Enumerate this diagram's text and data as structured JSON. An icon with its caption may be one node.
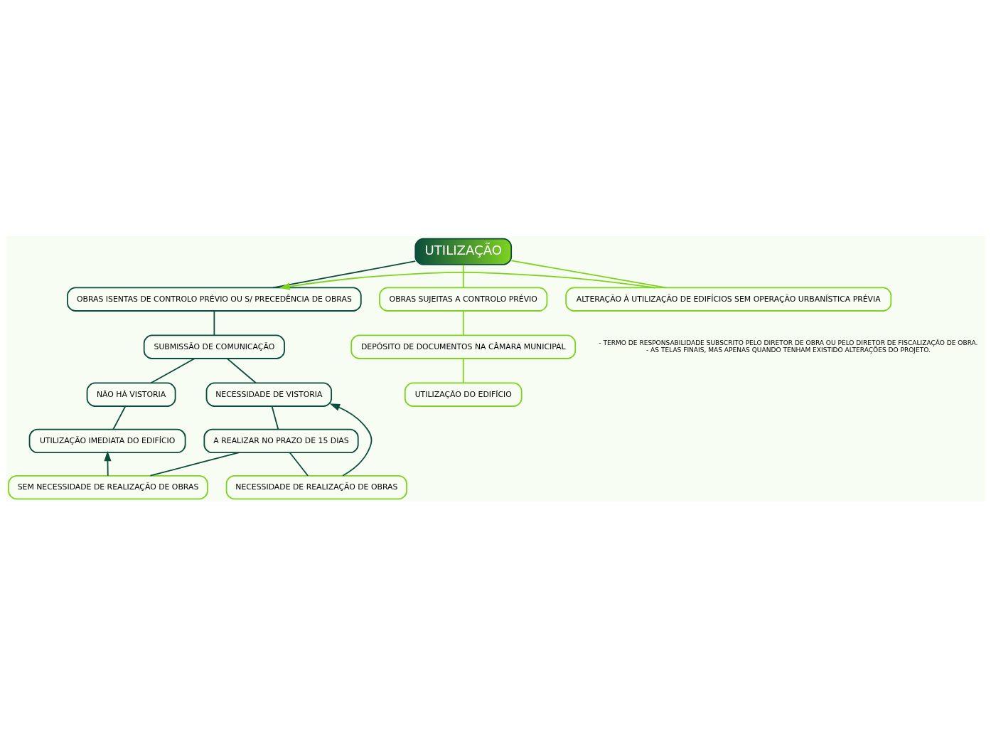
{
  "diagram": {
    "nodes": [
      {
        "text": [
          "UTILIZAÇÃO"
        ]
      },
      {
        "text": [
          "OBRAS ISENTAS DE CONTROLO PRÉVIO OU S/ PRECEDÊNCIA DE OBRAS"
        ]
      },
      {
        "text": [
          "SUBMISSÃO DE COMUNICAÇÃO"
        ]
      },
      {
        "text": [
          "NÃO HÁ VISTORIA"
        ]
      },
      {
        "text": [
          "NECESSIDADE DE VISTORIA"
        ]
      },
      {
        "text": [
          "UTILIZAÇÃO IMEDIATA DO EDIFÍCIO"
        ]
      },
      {
        "text": [
          "A REALIZAR NO PRAZO DE 15 DIAS"
        ]
      },
      {
        "text": [
          "NECESSIDADE DE REALIZAÇÃO DE OBRAS"
        ]
      },
      {
        "text": [
          "SEM NECESSIDADE DE REALIZAÇÃO DE OBRAS"
        ]
      },
      {
        "text": [
          "OBRAS SUJEITAS A CONTROLO PRÉVIO"
        ]
      },
      {
        "text": [
          "ALTERAÇÃO À UTILIZAÇÃO DE EDIFÍCIOS SEM OPERAÇÃO URBANÍSTICA PRÉVIA"
        ]
      },
      {
        "text": [
          "DEPÓSITO DE DOCUMENTOS NA CÂMARA MUNICIPAL"
        ],
        "beside": [
          "- TERMO DE RESPONSABILIDADE SUBSCRITO PELO DIRETOR DE OBRA OU PELO DIRETOR DE FISCALIZAÇÃO DE OBRA.",
          "- AS TELAS FINAIS, MAS APENAS QUANDO TENHAM EXISTIDO ALTERAÇÕES DO PROJETO."
        ]
      },
      {
        "text": [
          "UTILIZAÇÃO DO EDIFÍCIO"
        ]
      }
    ],
    "edges": [
      {
        "from": 0,
        "to": 1,
        "arrow": "none"
      },
      {
        "from": 0,
        "to": 9,
        "arrow": "none",
        "color": "#7ed321"
      },
      {
        "from": 0,
        "to": 10,
        "arrow": "none",
        "color": "#7ed321"
      },
      {
        "from": 1,
        "to": 2,
        "arrow": "none"
      },
      {
        "from": 2,
        "to": 3,
        "arrow": "none"
      },
      {
        "from": 2,
        "to": 4,
        "arrow": "none"
      },
      {
        "from": 3,
        "to": 5,
        "arrow": "none"
      },
      {
        "from": 4,
        "to": 6,
        "arrow": "none"
      },
      {
        "from": 6,
        "to": 7,
        "arrow": "none"
      },
      {
        "from": 6,
        "to": 8,
        "arrow": "none"
      },
      {
        "from": 7,
        "to": 4,
        "arrow": "to"
      },
      {
        "from": 8,
        "to": 5,
        "arrow": "to"
      },
      {
        "from": 10,
        "to": 1,
        "arrow": "to",
        "color": "#7ed321"
      },
      {
        "from": 9,
        "to": 11,
        "arrow": "none",
        "color": "#7ed321"
      },
      {
        "from": 11,
        "to": 12,
        "arrow": "none",
        "color": "#7ed321"
      }
    ]
  }
}
